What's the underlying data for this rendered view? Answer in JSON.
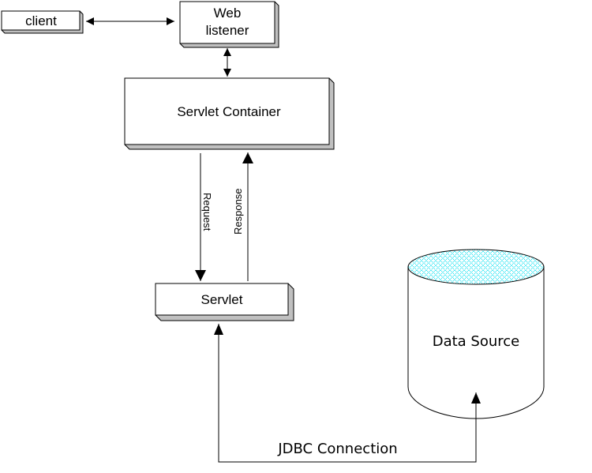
{
  "diagram": {
    "title": "",
    "nodes": [
      {
        "id": "client",
        "label": "client",
        "shape": "3d-box"
      },
      {
        "id": "web_listener",
        "label_lines": [
          "Web",
          "listener"
        ],
        "shape": "3d-box"
      },
      {
        "id": "servlet_container",
        "label": "Servlet Container",
        "shape": "3d-box"
      },
      {
        "id": "servlet",
        "label": "Servlet",
        "shape": "3d-box"
      },
      {
        "id": "data_source",
        "label": "Data Source",
        "shape": "cylinder",
        "top_fill_color": "#00e0f0"
      }
    ],
    "edges": [
      {
        "from": "client",
        "to": "web_listener",
        "direction": "bidirectional",
        "label": ""
      },
      {
        "from": "web_listener",
        "to": "servlet_container",
        "direction": "bidirectional",
        "label": ""
      },
      {
        "from": "servlet_container",
        "to": "servlet",
        "direction": "forward",
        "label": "Request"
      },
      {
        "from": "servlet",
        "to": "servlet_container",
        "direction": "forward",
        "label": "Response"
      },
      {
        "from": "servlet",
        "to": "data_source",
        "direction": "bidirectional",
        "label": "JDBC Connection"
      }
    ]
  },
  "colors": {
    "stroke": "#000000",
    "box_fill": "#ffffff",
    "shadow": "#c0c0c0",
    "pattern": "#00e0f0"
  }
}
